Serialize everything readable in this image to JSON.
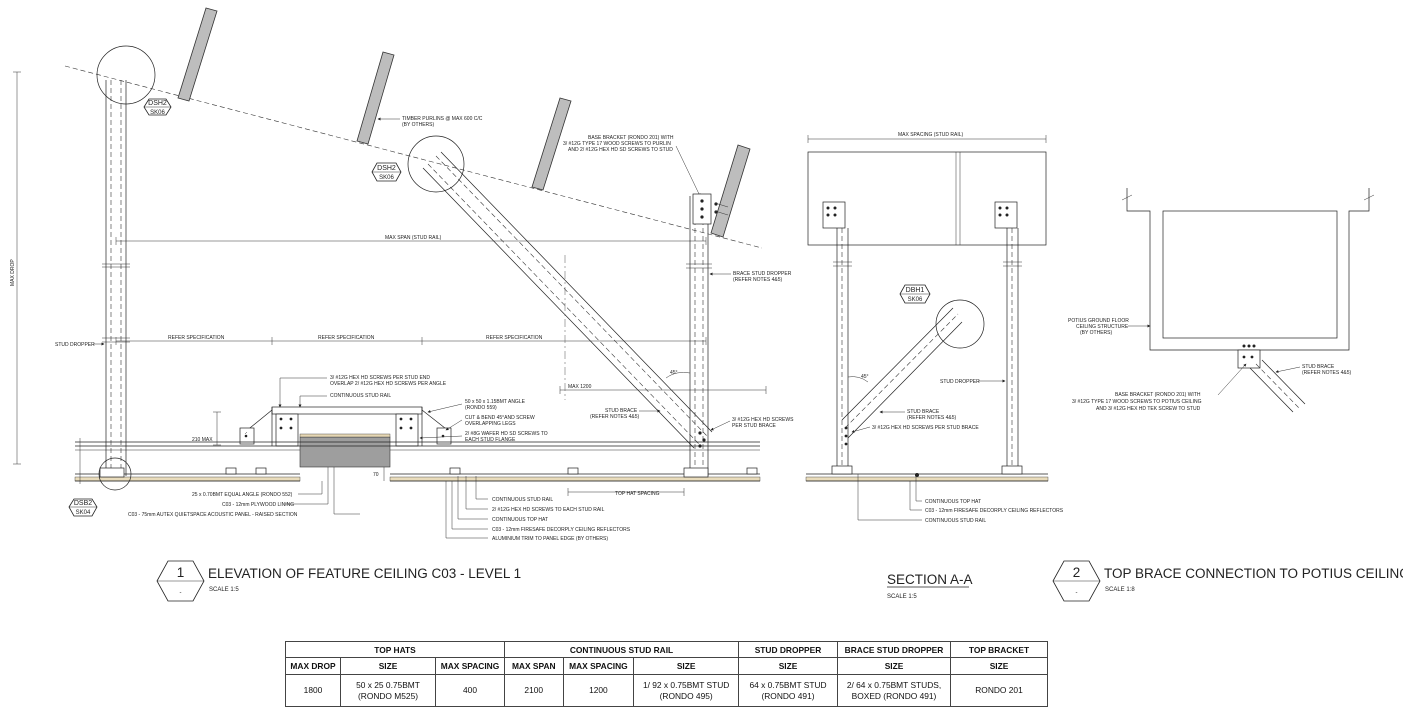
{
  "elevation": {
    "callouts": [
      {
        "id": "DSH2",
        "sheet": "SK06"
      },
      {
        "id": "DSH2",
        "sheet": "SK06"
      },
      {
        "id": "DSB2",
        "sheet": "SK04"
      }
    ],
    "notes": {
      "timber_purlins": [
        "TIMBER PURLINS @ MAX 600 C/C",
        "(BY OTHERS)"
      ],
      "base_bracket": [
        "BASE BRACKET (RONDO 201) WITH",
        "3/ #12G TYPE 17 WOOD SCREWS TO PURLIN",
        "AND 2/ #12G HEX HD SD SCREWS TO STUD"
      ],
      "max_span": "MAX SPAN (STUD RAIL)",
      "max_drop": "MAX DROP",
      "brace_dropper": [
        "BRACE STUD DROPPER",
        "(REFER NOTES 4&5)"
      ],
      "stud_dropper": "STUD DROPPER",
      "refer_spec": "REFER SPECIFICATION",
      "hex_screws_end": [
        "3/ #12G HEX HD SCREWS PER STUD END",
        "OVERLAP 2/ #12G HEX HD SCREWS PER ANGLE"
      ],
      "continuous_stud_rail": "CONTINUOUS STUD RAIL",
      "max_1200": "MAX 1200",
      "angle_note": [
        "50 x 50 x 1.15BMT ANGLE",
        "(RONDO 559)"
      ],
      "cut_bend": [
        "CUT & BEND 45°AND SCREW",
        "OVERLAPPING LEGS"
      ],
      "wafer_screws": [
        "2/ #8G WAFER HD SD SCREWS TO",
        "EACH STUD FLANGE"
      ],
      "stud_brace": [
        "STUD BRACE",
        "(REFER NOTES 4&5)"
      ],
      "hex_brace": [
        "3/ #12G HEX HD SCREWS",
        "PER STUD BRACE"
      ],
      "dim_210": "210 MAX",
      "dim_70": "70",
      "angle_45": "45°",
      "top_hat_spacing": "TOP HAT SPACING",
      "left_notes": [
        "25 x 0.70BMT EQUAL ANGLE (RONDO 552)",
        "C03 - 12mm PLYWOOD LINING",
        "C03 - 75mm AUTEX QUIETSPACE ACOUSTIC PANEL - RAISED SECTION"
      ],
      "bottom_notes": [
        "CONTINUOUS STUD RAIL",
        "2/ #12G HEX HD SCREWS TO EACH STUD RAIL",
        "CONTINUOUS TOP HAT",
        "C03 - 12mm FIRESAFE DECORPLY CEILING REFLECTORS",
        "ALUMINIUM TRIM TO PANEL EDGE (BY OTHERS)"
      ]
    }
  },
  "section_aa": {
    "max_spacing": "MAX SPACING (STUD RAIL)",
    "callout": {
      "id": "DBH1",
      "sheet": "SK06"
    },
    "angle": "45°",
    "stud_dropper": "STUD DROPPER",
    "stud_brace": [
      "STUD BRACE",
      "(REFER NOTES 4&5)"
    ],
    "hex_screws": "3/ #12G HEX HD SCREWS PER STUD BRACE",
    "bottom_notes": [
      "CONTINUOUS TOP HAT",
      "C03 - 12mm FIRESAFE DECORPLY CEILING REFLECTORS",
      "CONTINUOUS STUD RAIL"
    ]
  },
  "top_brace": {
    "potius": [
      "POTIUS GROUND FLOOR",
      "CEILING STRUCTURE",
      "(BY OTHERS)"
    ],
    "stud_brace": [
      "STUD BRACE",
      "(REFER NOTES 4&5)"
    ],
    "base_bracket": [
      "BASE BRACKET (RONDO 201) WITH",
      "3/ #12G TYPE 17 WOOD SCREWS TO POTIUS CEILING",
      "AND 3/ #12G HEX HD TEK SCREW TO STUD"
    ]
  },
  "titles": [
    {
      "num": "1",
      "sub": "-",
      "title": "ELEVATION OF FEATURE CEILING C03 - LEVEL 1",
      "scale": "SCALE  1:5"
    },
    {
      "num": "",
      "sub": "",
      "title": "SECTION A-A",
      "scale": "SCALE  1:5"
    },
    {
      "num": "2",
      "sub": "-",
      "title": "TOP BRACE CONNECTION TO POTIUS CEILING",
      "scale": "SCALE  1:8"
    }
  ],
  "schedule": {
    "groups": [
      "TOP HATS",
      "CONTINUOUS STUD RAIL",
      "STUD DROPPER",
      "BRACE STUD DROPPER",
      "TOP BRACKET"
    ],
    "subheads": [
      "MAX DROP",
      "SIZE",
      "MAX SPACING",
      "MAX SPAN",
      "MAX SPACING",
      "SIZE",
      "SIZE",
      "SIZE",
      "SIZE"
    ],
    "values": [
      [
        "1800"
      ],
      [
        "50 x 25 0.75BMT",
        "(RONDO M525)"
      ],
      [
        "400"
      ],
      [
        "2100"
      ],
      [
        "1200"
      ],
      [
        "1/ 92 x 0.75BMT STUD",
        "(RONDO 495)"
      ],
      [
        "64 x 0.75BMT STUD",
        "(RONDO 491)"
      ],
      [
        "2/ 64 x 0.75BMT STUDS,",
        "BOXED (RONDO 491)"
      ],
      [
        "RONDO 201"
      ]
    ]
  }
}
